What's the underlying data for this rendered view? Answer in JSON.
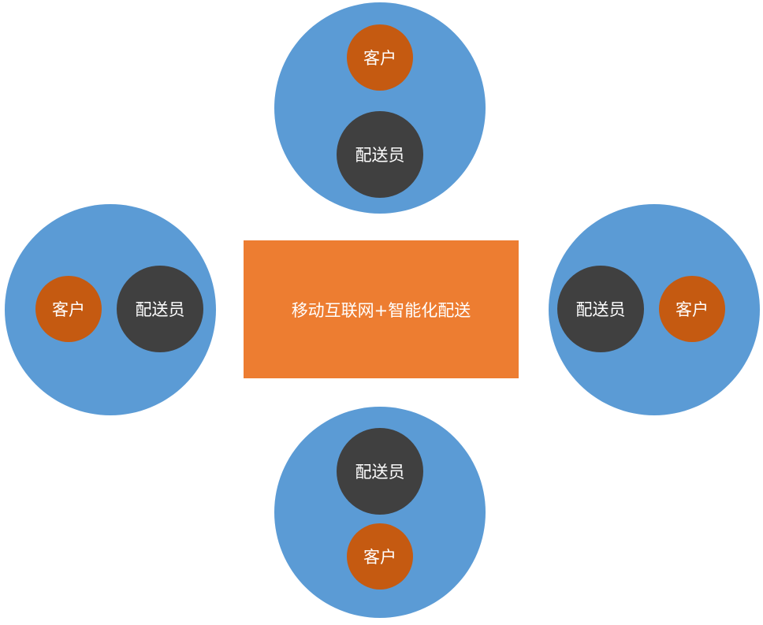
{
  "center": {
    "label": "移动互联网+智能化配送"
  },
  "groups": [
    {
      "position": "top",
      "customer": "客户",
      "courier": "配送员"
    },
    {
      "position": "left",
      "customer": "客户",
      "courier": "配送员"
    },
    {
      "position": "right",
      "customer": "客户",
      "courier": "配送员"
    },
    {
      "position": "bottom",
      "customer": "客户",
      "courier": "配送员"
    }
  ],
  "colors": {
    "group": "#5B9BD5",
    "customer": "#C55A11",
    "courier": "#404040",
    "center": "#ED7D31"
  }
}
